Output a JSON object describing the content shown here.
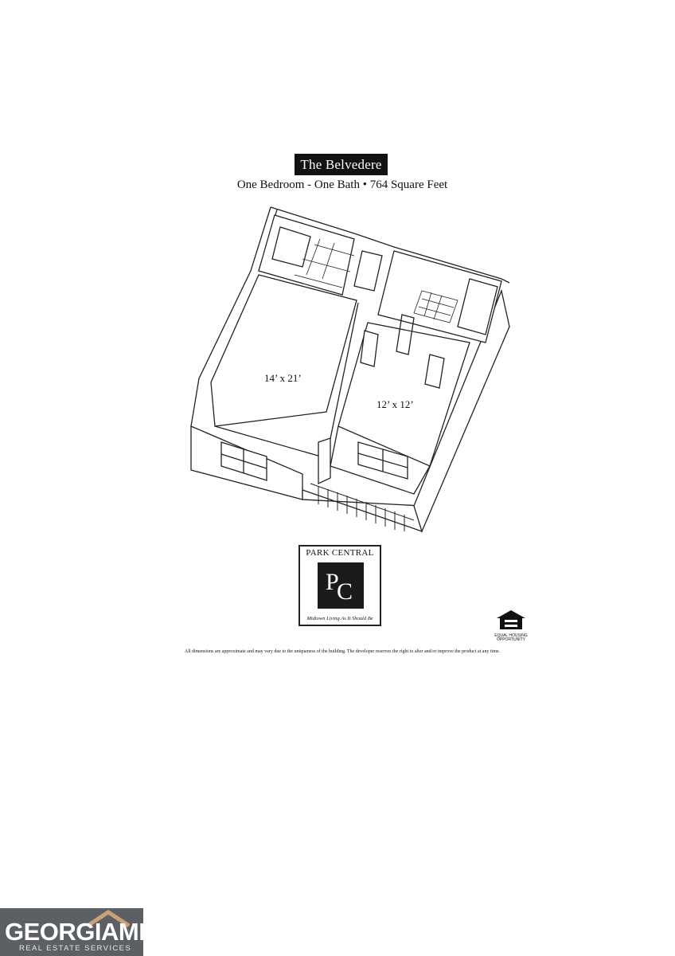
{
  "listing": {
    "plan_name": "The Belvedere",
    "subtitle": "One Bedroom - One Bath • 764 Square Feet"
  },
  "floorplan": {
    "living_room_dims": "14’ x 21’",
    "bedroom_dims": "12’ x 12’"
  },
  "logo": {
    "name": "PARK CENTRAL",
    "monogram_p": "P",
    "monogram_c": "C",
    "tagline": "Midtown Living As It Should Be"
  },
  "equal_housing": {
    "text": "EQUAL HOUSING\nOPPORTUNITY",
    "icon": "equal-housing-icon"
  },
  "disclaimer": "All dimensions are approximate and may vary due to the uniqueness of the building. The developer reserves the right to alter and/or improve the product at any time.",
  "watermark": {
    "brand": "GEORGIAMLS",
    "sub": "REAL ESTATE SERVICES",
    "bg_color": "#5c5f63"
  }
}
